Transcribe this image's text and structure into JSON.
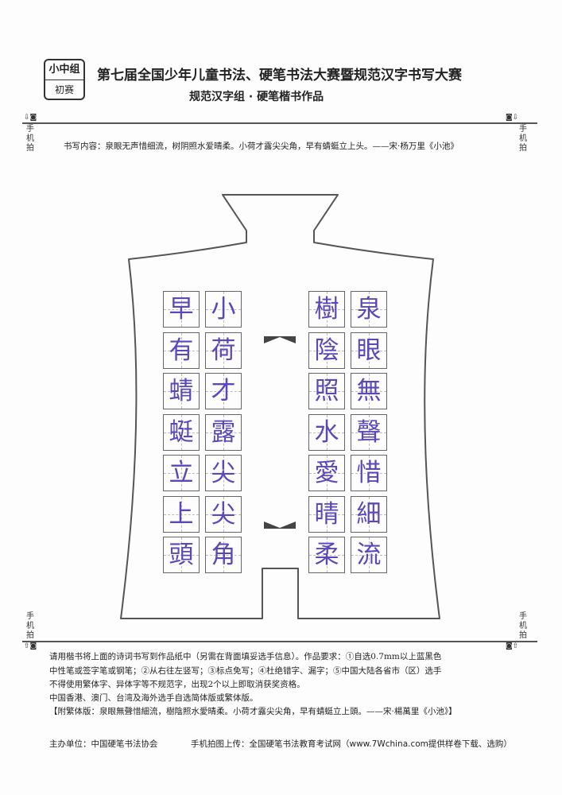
{
  "badge": {
    "top": "小中组",
    "bottom": "初赛"
  },
  "header": {
    "title": "第七届全国少年儿童书法、硬笔书法大赛暨规范汉字书写大赛",
    "subtitle": "规范汉字组 · 硬笔楷书作品"
  },
  "corners": {
    "label": "手机拍"
  },
  "content_line": "书写内容：泉眼无声惜细流，树阴照水爱晴柔。小荷才露尖尖角，早有蜻蜓立上头。——宋·杨万里《小池》",
  "columns": [
    [
      "泉",
      "眼",
      "無",
      "聲",
      "惜",
      "細",
      "流"
    ],
    [
      "樹",
      "陰",
      "照",
      "水",
      "愛",
      "晴",
      "柔"
    ],
    [
      "小",
      "荷",
      "才",
      "露",
      "尖",
      "尖",
      "角"
    ],
    [
      "早",
      "有",
      "蜻",
      "蜓",
      "立",
      "上",
      "頭"
    ]
  ],
  "requirements": [
    "请用楷书将上面的诗词书写到作品纸中（另需在背面填妥选手信息）。作品要求：①自选0.7mm以上蓝黑色",
    "中性笔或签字笔或钢笔；②从右往左竖写；③标点免写；④杜绝错字、漏字；⑤中国大陆各省市（区）选手",
    "不得使用繁体字、异体字等不规范字，出现2个以上即取消获奖资格。",
    "中国香港、澳门、台湾及海外选手自选简体版或繁体版。",
    "【附繁体版：泉眼無聲惜細流，樹陰照水愛晴柔。小荷才露尖尖角，早有蜻蜓立上頭。——宋·楊萬里《小池》】"
  ],
  "footer": {
    "organizer": "主办单位：中国硬笔书法协会",
    "upload": "手机拍图上传：全国硬笔书法教育考试网（www.7Wchina.com提供样卷下载、选购）"
  }
}
